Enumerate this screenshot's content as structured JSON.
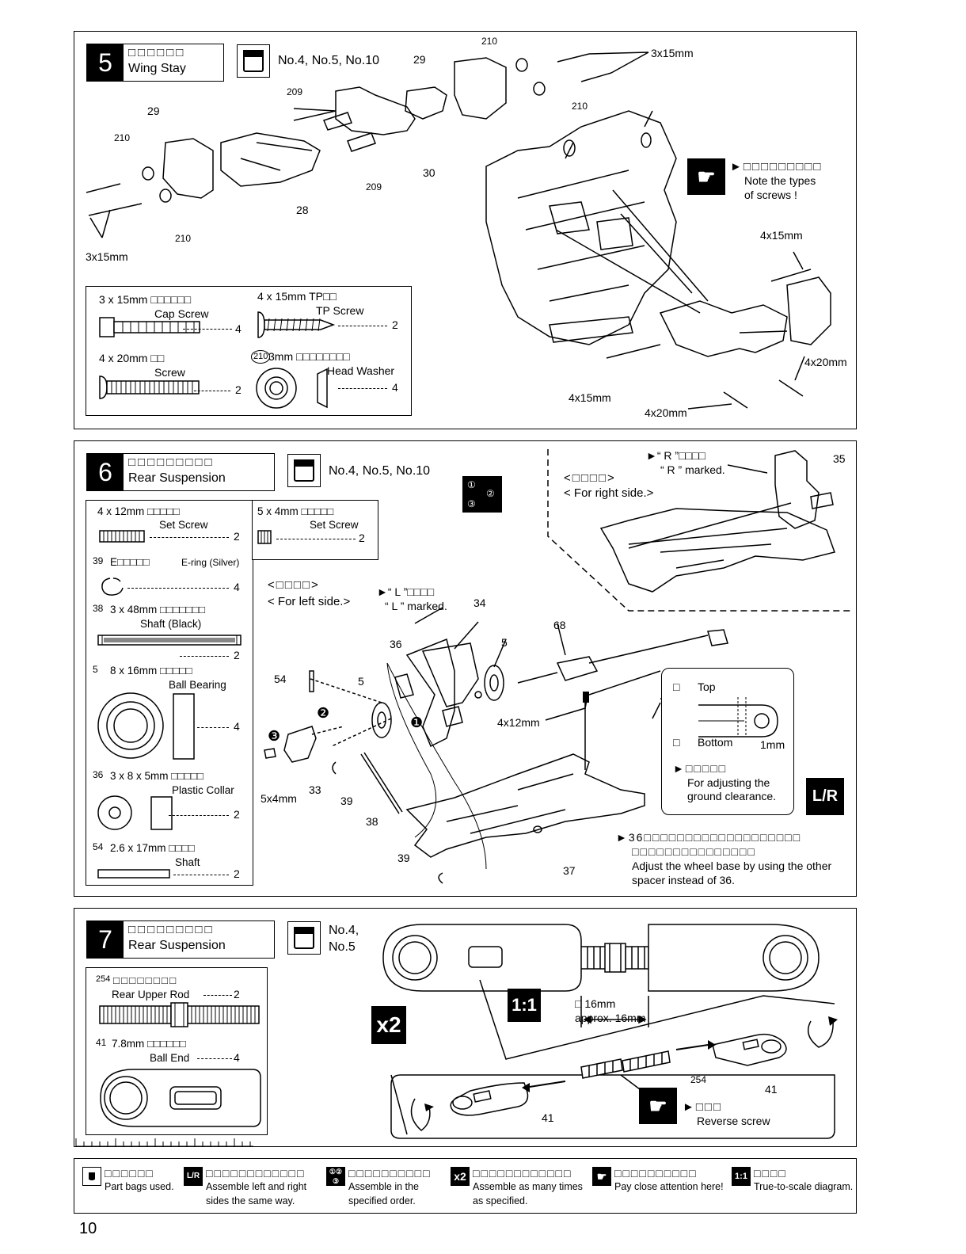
{
  "page_number": "10",
  "step5": {
    "num": "5",
    "title_jp": "□□□□□□",
    "title_en": "Wing Stay",
    "bags": "No.4, No.5, No.10",
    "part_nums": {
      "p29a": "29",
      "p29b": "29",
      "p210a": "210",
      "p210b": "210",
      "p210c": "210",
      "p210d": "210",
      "p209a": "209",
      "p209b": "209",
      "p30": "30",
      "p28": "28"
    },
    "dims": {
      "d_3x15_top": "3x15mm",
      "d_3x15_left": "3x15mm",
      "d_4x15_a": "4x15mm",
      "d_4x15_b": "4x15mm",
      "d_4x20_a": "4x20mm",
      "d_4x20_b": "4x20mm"
    },
    "note_jp": "►□□□□□□□□□",
    "note_en1": "Note the types",
    "note_en2": "of screws !",
    "parts": {
      "cap_dim": "3 x 15mm □□□□□□",
      "cap_name": "Cap Screw",
      "cap_qty": "4",
      "screw_dim": "4 x 20mm □□",
      "screw_name": "Screw",
      "screw_qty": "2",
      "tp_dim": "4 x 15mm  TP□□",
      "tp_name": "TP Screw",
      "tp_qty": "2",
      "hw_num": "210",
      "hw_dim": "3mm □□□□□□□□",
      "hw_name": "Head Washer",
      "hw_qty": "4"
    }
  },
  "step6": {
    "num": "6",
    "title_jp": "□□□□□□□□□",
    "title_en": "Rear Suspension",
    "bags": "No.4, No.5, No.10",
    "right_jp": "<□□□□>",
    "right_en": "< For right side.>",
    "r_mark_jp": "►“ R ”□□□□",
    "r_mark_en": "“ R ” marked.",
    "left_jp": "<□□□□>",
    "left_en": "< For left side.>",
    "l_mark_jp": "►“ L ”□□□□",
    "l_mark_en": "“ L ” marked.",
    "order": {
      "o1": "①",
      "o2": "②",
      "o3": "③"
    },
    "part_nums": {
      "p35": "35",
      "p34": "34",
      "p36": "36",
      "p5a": "5",
      "p5b": "5",
      "p68": "68",
      "p54": "54",
      "p33": "33",
      "p39a": "39",
      "p39b": "39",
      "p38": "38",
      "p37": "37"
    },
    "steps_marks": {
      "s1": "❶",
      "s2": "❷",
      "s3": "❸"
    },
    "dims": {
      "d_4x12": "4x12mm",
      "d_5x4": "5x4mm"
    },
    "detail": {
      "top_jp": "□",
      "top_en": "Top",
      "bottom_jp": "□",
      "bottom_en": "Bottom",
      "gap": "1mm",
      "adj_jp": "►□□□□□",
      "adj_en1": "For adjusting the",
      "adj_en2": "ground clearance."
    },
    "lr_icon": "L/R",
    "wheelbase_jp1": "►36□□□□□□□□□□□□□□□□□□□",
    "wheelbase_jp2": "□□□□□□□□□□□□□□□",
    "wheelbase_en1": "Adjust the wheel base by using the other",
    "wheelbase_en2": "spacer instead of 36.",
    "parts": {
      "set1_dim": "4 x 12mm □□□□□",
      "set1_name": "Set Screw",
      "set1_qty": "2",
      "set2_dim": "5 x 4mm □□□□□",
      "set2_name": "Set Screw",
      "set2_qty": "2",
      "ering_num": "39",
      "ering_dim": "E□□□□□",
      "ering_name": "E-ring (Silver)",
      "ering_qty": "4",
      "shaft_num": "38",
      "shaft_dim": "3 x 48mm □□□□□□□",
      "shaft_name": "Shaft (Black)",
      "shaft_qty": "2",
      "bb_num": "5",
      "bb_dim": "8 x 16mm □□□□□",
      "bb_name": "Ball Bearing",
      "bb_qty": "4",
      "collar_num": "36",
      "collar_dim": "3 x 8 x 5mm □□□□□",
      "collar_name": "Plastic Collar",
      "collar_qty": "2",
      "pin_num": "54",
      "pin_dim": "2.6 x 17mm □□□□",
      "pin_name": "Shaft",
      "pin_qty": "2"
    }
  },
  "step7": {
    "num": "7",
    "title_jp": "□□□□□□□□□",
    "title_en": "Rear Suspension",
    "bags1": "No.4,",
    "bags2": "No.5",
    "x2": "x2",
    "scale": "1:1",
    "len_jp": "□ 16mm",
    "len_en": "approx. 16mm",
    "part_nums": {
      "p254": "254",
      "p41a": "41",
      "p41b": "41"
    },
    "rev_jp": "►□□□",
    "rev_en": "Reverse screw",
    "parts": {
      "rod_num": "254",
      "rod_dim": "□□□□□□□□",
      "rod_name": "Rear Upper Rod",
      "rod_qty": "2",
      "be_num": "41",
      "be_dim": "7.8mm □□□□□□",
      "be_name": "Ball End",
      "be_qty": "4"
    }
  },
  "legend": [
    {
      "jp": "□□□□□□",
      "en1": "Part bags used.",
      "en2": ""
    },
    {
      "jp": "□□□□□□□□□□□□",
      "en1": "Assemble left and right",
      "en2": "sides the same way."
    },
    {
      "jp": "□□□□□□□□□□",
      "en1": "Assemble in the",
      "en2": "specified order."
    },
    {
      "jp": "□□□□□□□□□□□□",
      "en1": "Assemble as many times",
      "en2": "as specified."
    },
    {
      "jp": "□□□□□□□□□□",
      "en1": "Pay close attention here!",
      "en2": ""
    },
    {
      "jp": "□□□□",
      "en1": "True-to-scale diagram.",
      "en2": ""
    }
  ],
  "legend_icons": {
    "lr": "L/R",
    "x2": "x2",
    "scale": "1:1"
  }
}
